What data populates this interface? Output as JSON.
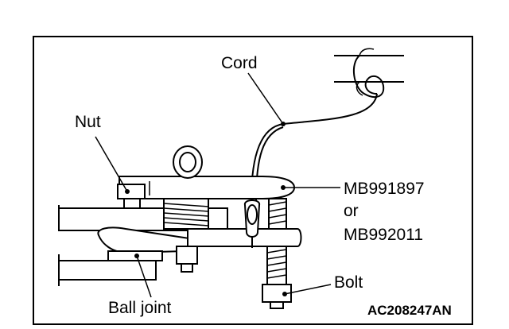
{
  "labels": {
    "cord": "Cord",
    "nut": "Nut",
    "tool_line1": "MB991897",
    "tool_line2": "or",
    "tool_line3": "MB992011",
    "bolt": "Bolt",
    "ball_joint": "Ball joint"
  },
  "figure_code": "AC208247AN"
}
